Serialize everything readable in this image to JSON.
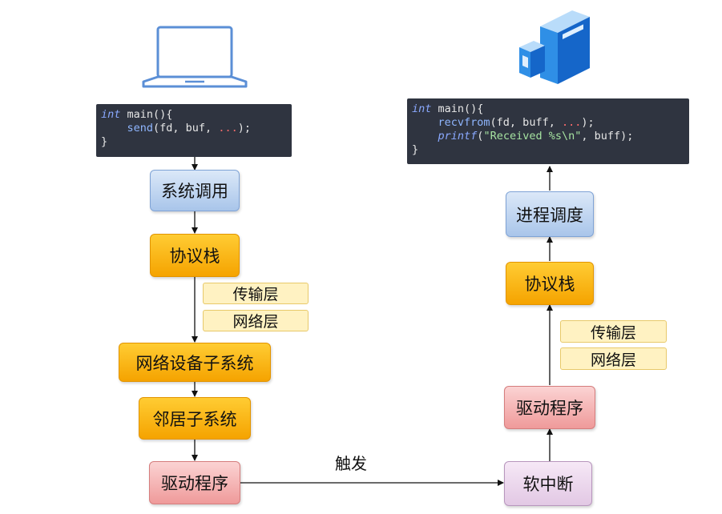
{
  "left": {
    "code": {
      "line1_kw": "int",
      "line1_rest": " main(){",
      "line2_fn": "send",
      "line2_args": "(fd, buf, ",
      "line2_dots": "...",
      "line2_end": ");",
      "line3": "}"
    },
    "steps": [
      "系统调用",
      "协议栈",
      "网络设备子系统",
      "邻居子系统",
      "驱动程序"
    ],
    "layers": [
      "传输层",
      "网络层"
    ]
  },
  "right": {
    "code": {
      "line1_kw": "int",
      "line1_rest": " main(){",
      "line2_fn": "recvfrom",
      "line2_args": "(fd, buff, ",
      "line2_dots": "...",
      "line2_end": ");",
      "line3_fn": "printf",
      "line3_open": "(",
      "line3_str": "\"Received %s\\n\"",
      "line3_end": ", buff);",
      "line4": "}"
    },
    "steps": [
      "软中断",
      "驱动程序",
      "协议栈",
      "进程调度"
    ],
    "layers": [
      "传输层",
      "网络层"
    ]
  },
  "trigger_label": "触发",
  "colors": {
    "blue_box": "#a9c5ea",
    "orange_box": "#f5a300",
    "pink_box": "#ef9a9a",
    "lavender_box": "#e2c8e4",
    "layer_tag": "#fff2c2",
    "code_bg": "#2f3440"
  },
  "icons": [
    "laptop-icon",
    "server-icon"
  ]
}
